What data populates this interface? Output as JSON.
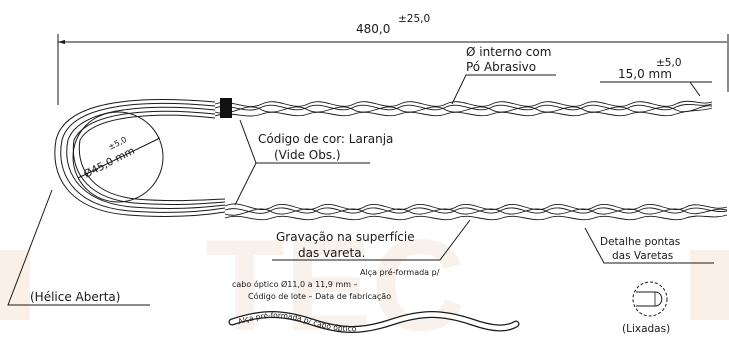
{
  "watermark": {
    "text": "TEC",
    "color": "#f4e6de"
  },
  "dimensions": {
    "overall_length": "480,0",
    "overall_tolerance": "±25,0",
    "loop_diameter": "Ø45,0 mm",
    "loop_tolerance": "±5,0",
    "end_length": "15,0 mm",
    "end_tolerance": "±5,0"
  },
  "annotations": {
    "inner_coating_line1": "Ø interno com",
    "inner_coating_line2": "Pó Abrasivo",
    "color_code_line1": "Código de cor: Laranja",
    "color_code_line2": "(Vide Obs.)",
    "engraving_line1": "Gravação na superfície",
    "engraving_line2": "das vareta.",
    "open_helix": "(Hélice Aberta)",
    "tip_detail_line1": "Detalhe pontas",
    "tip_detail_line2": "das Varetas",
    "sanded": "(Lixadas)"
  },
  "marking": {
    "line1": "Alça pré-formada p/",
    "line2": "cabo óptico  Ø11,0  a  11,9  mm  –",
    "line3": "Código de lote – Data de fabricação",
    "rod_text": "Alça pré-formada p/ cabo óptico"
  },
  "colors": {
    "line": "#1a1a1a",
    "marker": "#111111",
    "watermark": "#f4e6de"
  }
}
